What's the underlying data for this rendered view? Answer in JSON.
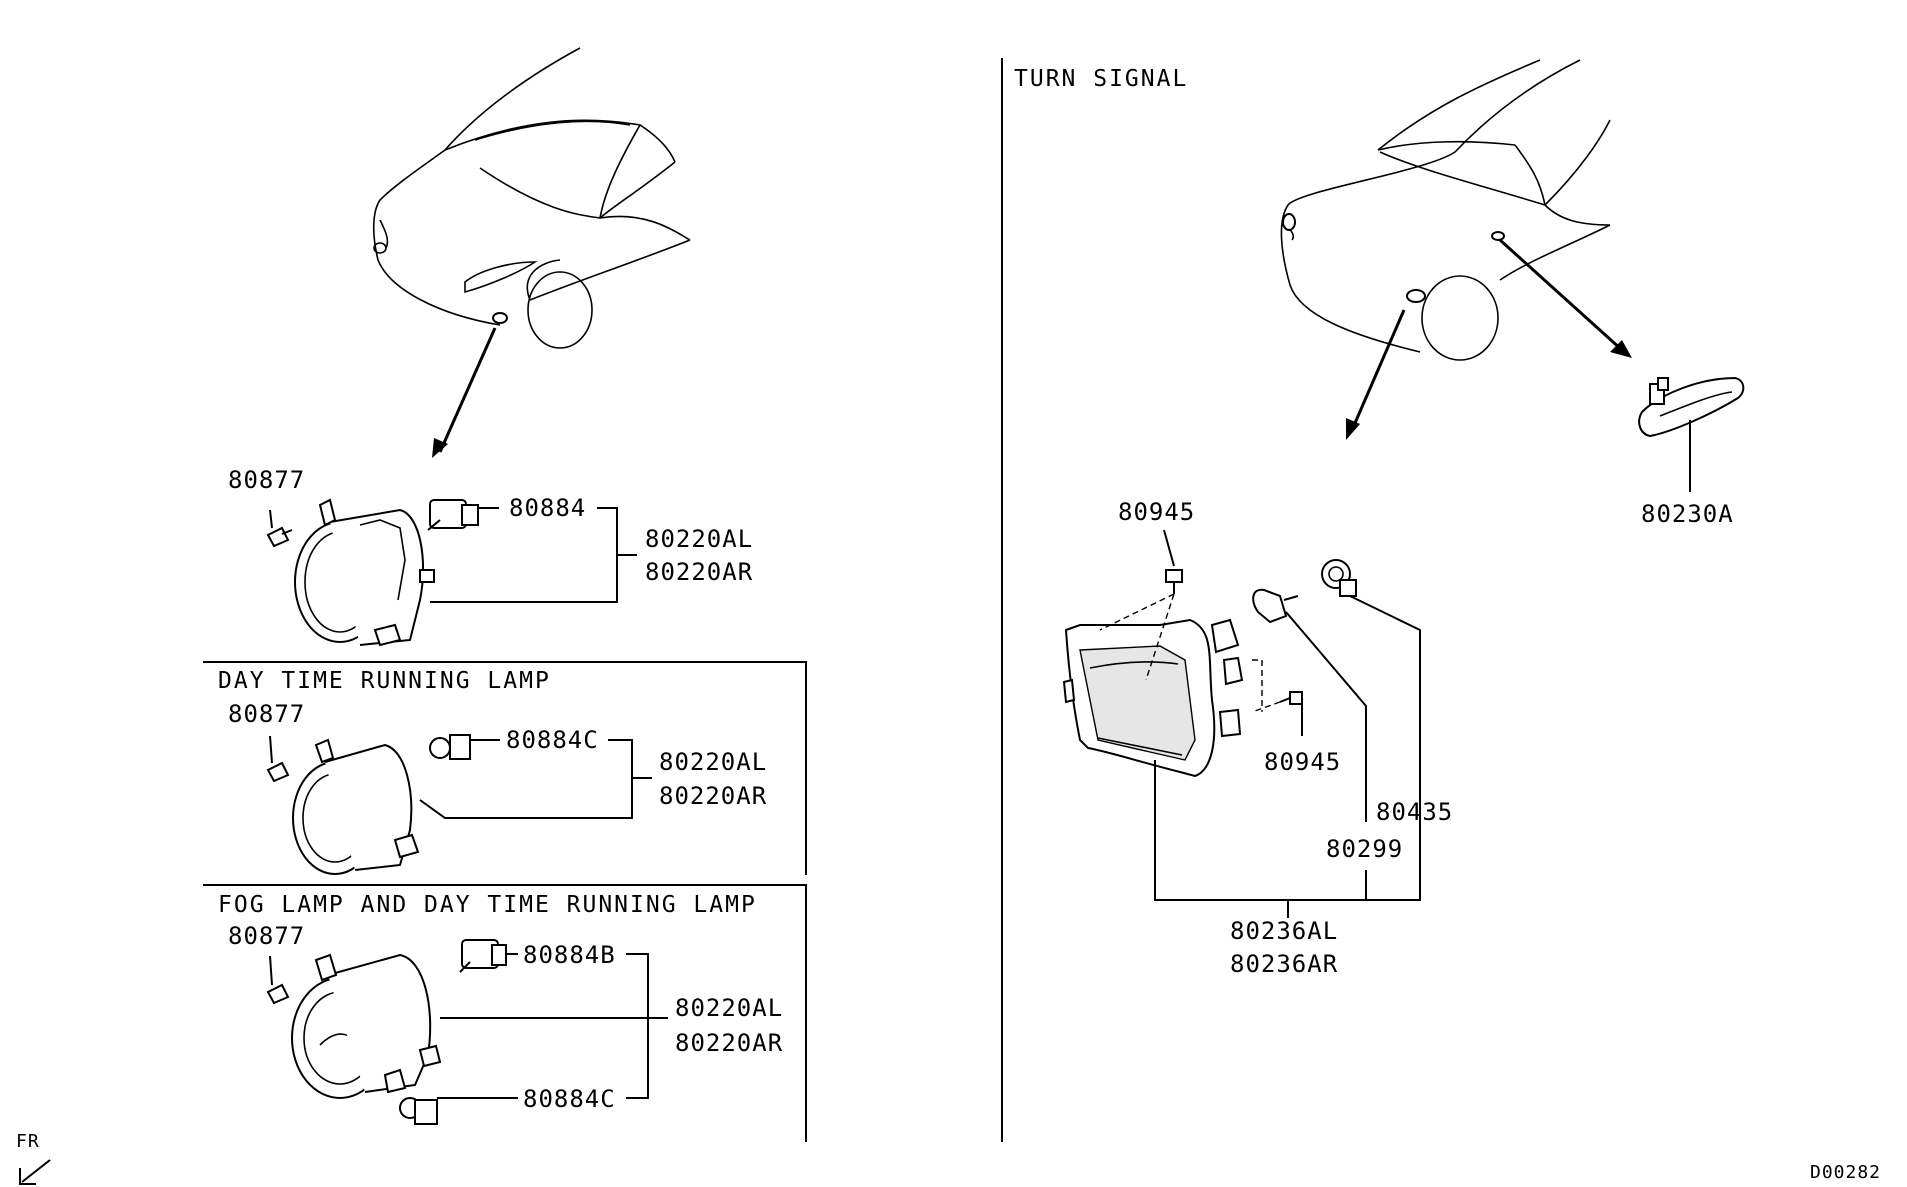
{
  "sections": {
    "day_time_running_lamp": "DAY TIME RUNNING LAMP",
    "fog_and_drl": "FOG LAMP AND DAY TIME RUNNING LAMP",
    "turn_signal": "TURN SIGNAL"
  },
  "labels": {
    "fog_screw": "80877",
    "fog_bulb": "80884",
    "fog_lamp_l": "80220AL",
    "fog_lamp_r": "80220AR",
    "drl_screw": "80877",
    "drl_bulb": "80884C",
    "drl_lamp_l": "80220AL",
    "drl_lamp_r": "80220AR",
    "combo_screw": "80877",
    "combo_bulb_b": "80884B",
    "combo_lamp_l": "80220AL",
    "combo_lamp_r": "80220AR",
    "combo_bulb_c": "80884C",
    "turn_screw_top": "80945",
    "turn_screw_side": "80945",
    "turn_socket": "80435",
    "turn_bulb": "80299",
    "turn_lamp_l": "80236AL",
    "turn_lamp_r": "80236AR",
    "side_marker": "80230A"
  },
  "orientation": "FR",
  "diagram_code": "D00282"
}
